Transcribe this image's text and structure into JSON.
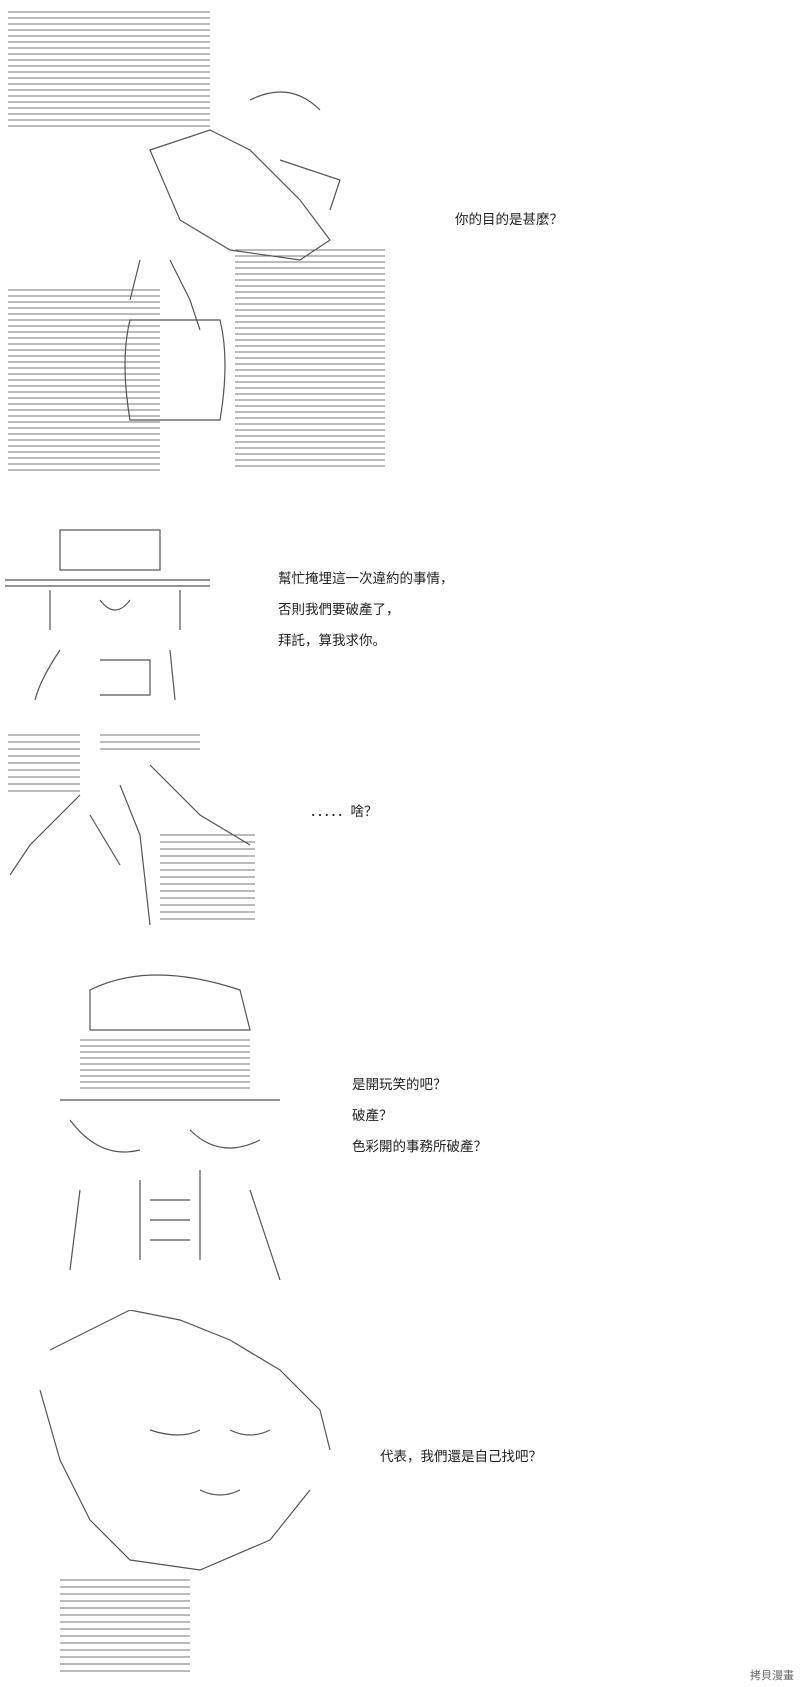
{
  "panels": [
    {
      "lines": [
        "你的目的是甚麼？"
      ]
    },
    {
      "lines": [
        "幫忙掩埋這一次違約的事情，",
        "否則我們要破產了，",
        "拜託，算我求你。"
      ]
    },
    {
      "lines": [
        "．．．．．啥？"
      ]
    },
    {
      "lines": [
        "是開玩笑的吧？",
        "破產？",
        "色彩開的事務所破產？"
      ]
    },
    {
      "lines": [
        "代表，我們還是自己找吧？"
      ]
    }
  ],
  "watermark": "拷貝漫畫"
}
